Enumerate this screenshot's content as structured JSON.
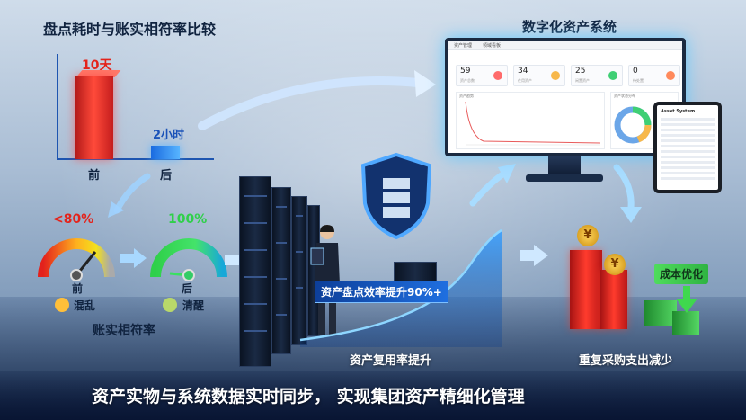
{
  "left_chart": {
    "title": "盘点耗时与账实相符率比较",
    "before_value": "10天",
    "after_value": "2小时",
    "before_label": "前",
    "after_label": "后"
  },
  "gauges": {
    "left_value": "<80%",
    "right_value": "100%",
    "left_label": "前",
    "right_label": "后",
    "left_state": "混乱",
    "right_state": "清醒",
    "caption": "账实相符率"
  },
  "system": {
    "title": "数字化资产系统",
    "tabs": [
      "资产管理",
      "领域看板"
    ],
    "stats": [
      {
        "value": "59",
        "label": "资产总数",
        "color": "#ff6b6b"
      },
      {
        "value": "34",
        "label": "在用资产",
        "color": "#f7b84b"
      },
      {
        "value": "25",
        "label": "闲置资产",
        "color": "#3fcf74"
      },
      {
        "value": "0",
        "label": "待处置",
        "color": "#ff8a5c"
      }
    ],
    "chart_left_title": "资产趋势",
    "chart_right_title": "资产状态分布"
  },
  "tablet": {
    "title": "Asset System"
  },
  "efficiency": {
    "label": "资产盘点效率提升90%+",
    "caption": "资产复用率提升"
  },
  "cost": {
    "badge": "成本优化",
    "caption": "重复采购支出减少",
    "currency": "¥"
  },
  "footer": {
    "text": "资产实物与系统数据实时同步， 实现集团资产精细化管理"
  },
  "colors": {
    "accent_blue": "#1f6fe0",
    "alert_red": "#ff3b2d",
    "ok_green": "#3fcf74"
  }
}
